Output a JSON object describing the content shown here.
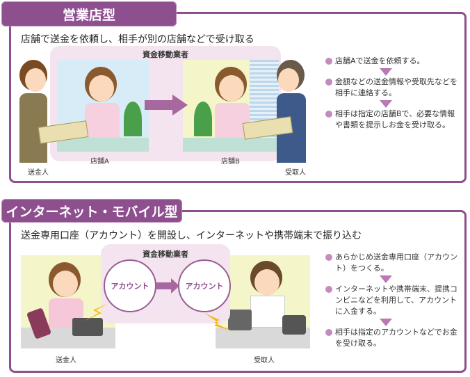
{
  "section1": {
    "title": "営業店型",
    "subtitle": "店舗で送金を依頼し、相手が別の店舗などで受け取る",
    "org_label": "資金移動業者",
    "labels": {
      "sender": "送金人",
      "store_a": "店舗A",
      "store_b": "店舗B",
      "receiver": "受取人"
    },
    "steps": [
      "店舗Aで送金を依頼する。",
      "金額などの送金情報や受取先などを相手に連絡する。",
      "相手は指定の店舗Bで、必要な情報や書類を提示しお金を受け取る。"
    ]
  },
  "section2": {
    "title": "インターネット・モバイル型",
    "subtitle": "送金専用口座（アカウント）を開設し、インターネットや携帯端末で振り込む",
    "org_label": "資金移動業者",
    "account_label": "アカウント",
    "labels": {
      "sender": "送金人",
      "receiver": "受取人"
    },
    "steps": [
      "あらかじめ送金専用口座（アカウント）をつくる。",
      "インターネットや携帯端末、提携コンビニなどを利用して、アカウントに入金する。",
      "相手は指定のアカウントなどでお金を受け取る。"
    ]
  },
  "colors": {
    "accent": "#8e4f8e",
    "pink_area": "#f3e4ef",
    "bullet": "#c58bbf"
  }
}
